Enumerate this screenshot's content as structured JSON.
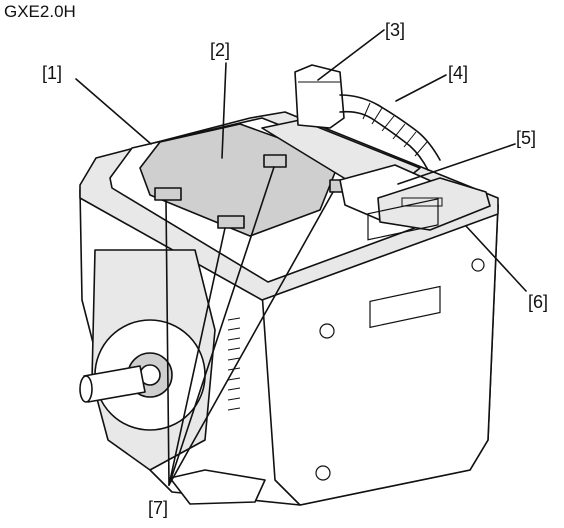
{
  "figure": {
    "model_label": "GXE2.0H",
    "callouts": [
      {
        "id": "1",
        "text": "[1]"
      },
      {
        "id": "2",
        "text": "[2]"
      },
      {
        "id": "3",
        "text": "[3]"
      },
      {
        "id": "4",
        "text": "[4]"
      },
      {
        "id": "5",
        "text": "[5]"
      },
      {
        "id": "6",
        "text": "[6]"
      },
      {
        "id": "7",
        "text": "[7]"
      }
    ]
  }
}
